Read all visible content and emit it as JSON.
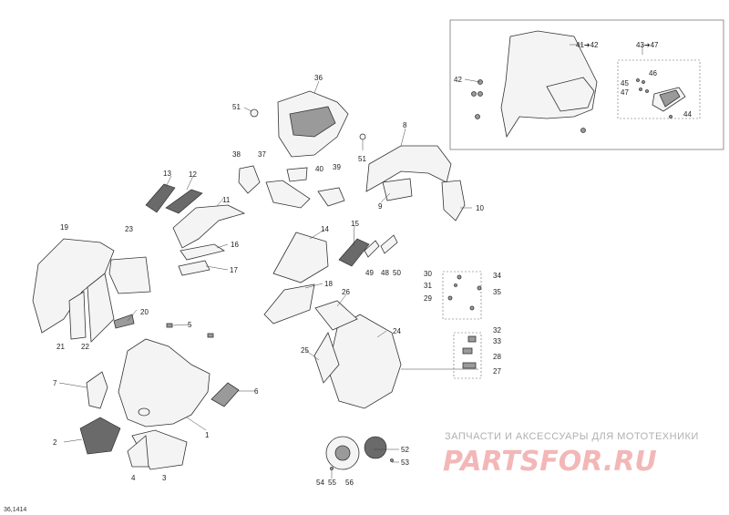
{
  "callouts": {
    "c1": "1",
    "c2": "2",
    "c3": "3",
    "c4": "4",
    "c5": "5",
    "c6": "6",
    "c7": "7",
    "c8": "8",
    "c9": "9",
    "c10": "10",
    "c11": "11",
    "c12": "12",
    "c13": "13",
    "c14": "14",
    "c15": "15",
    "c16": "16",
    "c17": "17",
    "c18": "18",
    "c19": "19",
    "c20": "20",
    "c21": "21",
    "c22": "22",
    "c23": "23",
    "c24": "24",
    "c25": "25",
    "c26": "26",
    "c27": "27",
    "c28": "28",
    "c29": "29",
    "c30": "30",
    "c31": "31",
    "c32": "32",
    "c33": "33",
    "c34": "34",
    "c35": "35",
    "c36": "36",
    "c37": "37",
    "c38": "38",
    "c39": "39",
    "c40": "40",
    "c41_42": "41➔42",
    "c42": "42",
    "c43_47": "43➔47",
    "c44": "44",
    "c45": "45",
    "c46": "46",
    "c47": "47",
    "c48": "48",
    "c49": "49",
    "c50": "50",
    "c51a": "51",
    "c51b": "51",
    "c52": "52",
    "c53": "53",
    "c54": "54",
    "c55": "55",
    "c56": "56"
  },
  "watermark": {
    "tagline": "ЗАПЧАСТИ И АКСЕССУАРЫ ДЛЯ МОТОТЕХНИКИ",
    "brand": "PARTSFOR.RU"
  },
  "drawing_ref": "36,1414"
}
